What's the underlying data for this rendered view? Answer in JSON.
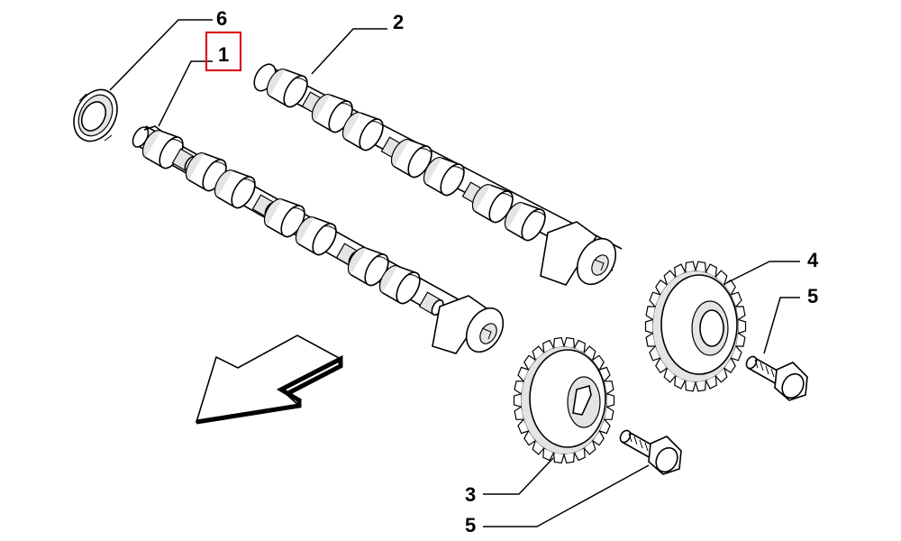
{
  "diagram": {
    "callouts": [
      {
        "id": "c6",
        "label": "6"
      },
      {
        "id": "c1",
        "label": "1",
        "highlighted": true
      },
      {
        "id": "c2",
        "label": "2"
      },
      {
        "id": "c4",
        "label": "4"
      },
      {
        "id": "c5a",
        "label": "5"
      },
      {
        "id": "c3",
        "label": "3"
      },
      {
        "id": "c5b",
        "label": "5"
      }
    ],
    "highlight_color": "#d9191c",
    "line_color": "#000000"
  }
}
